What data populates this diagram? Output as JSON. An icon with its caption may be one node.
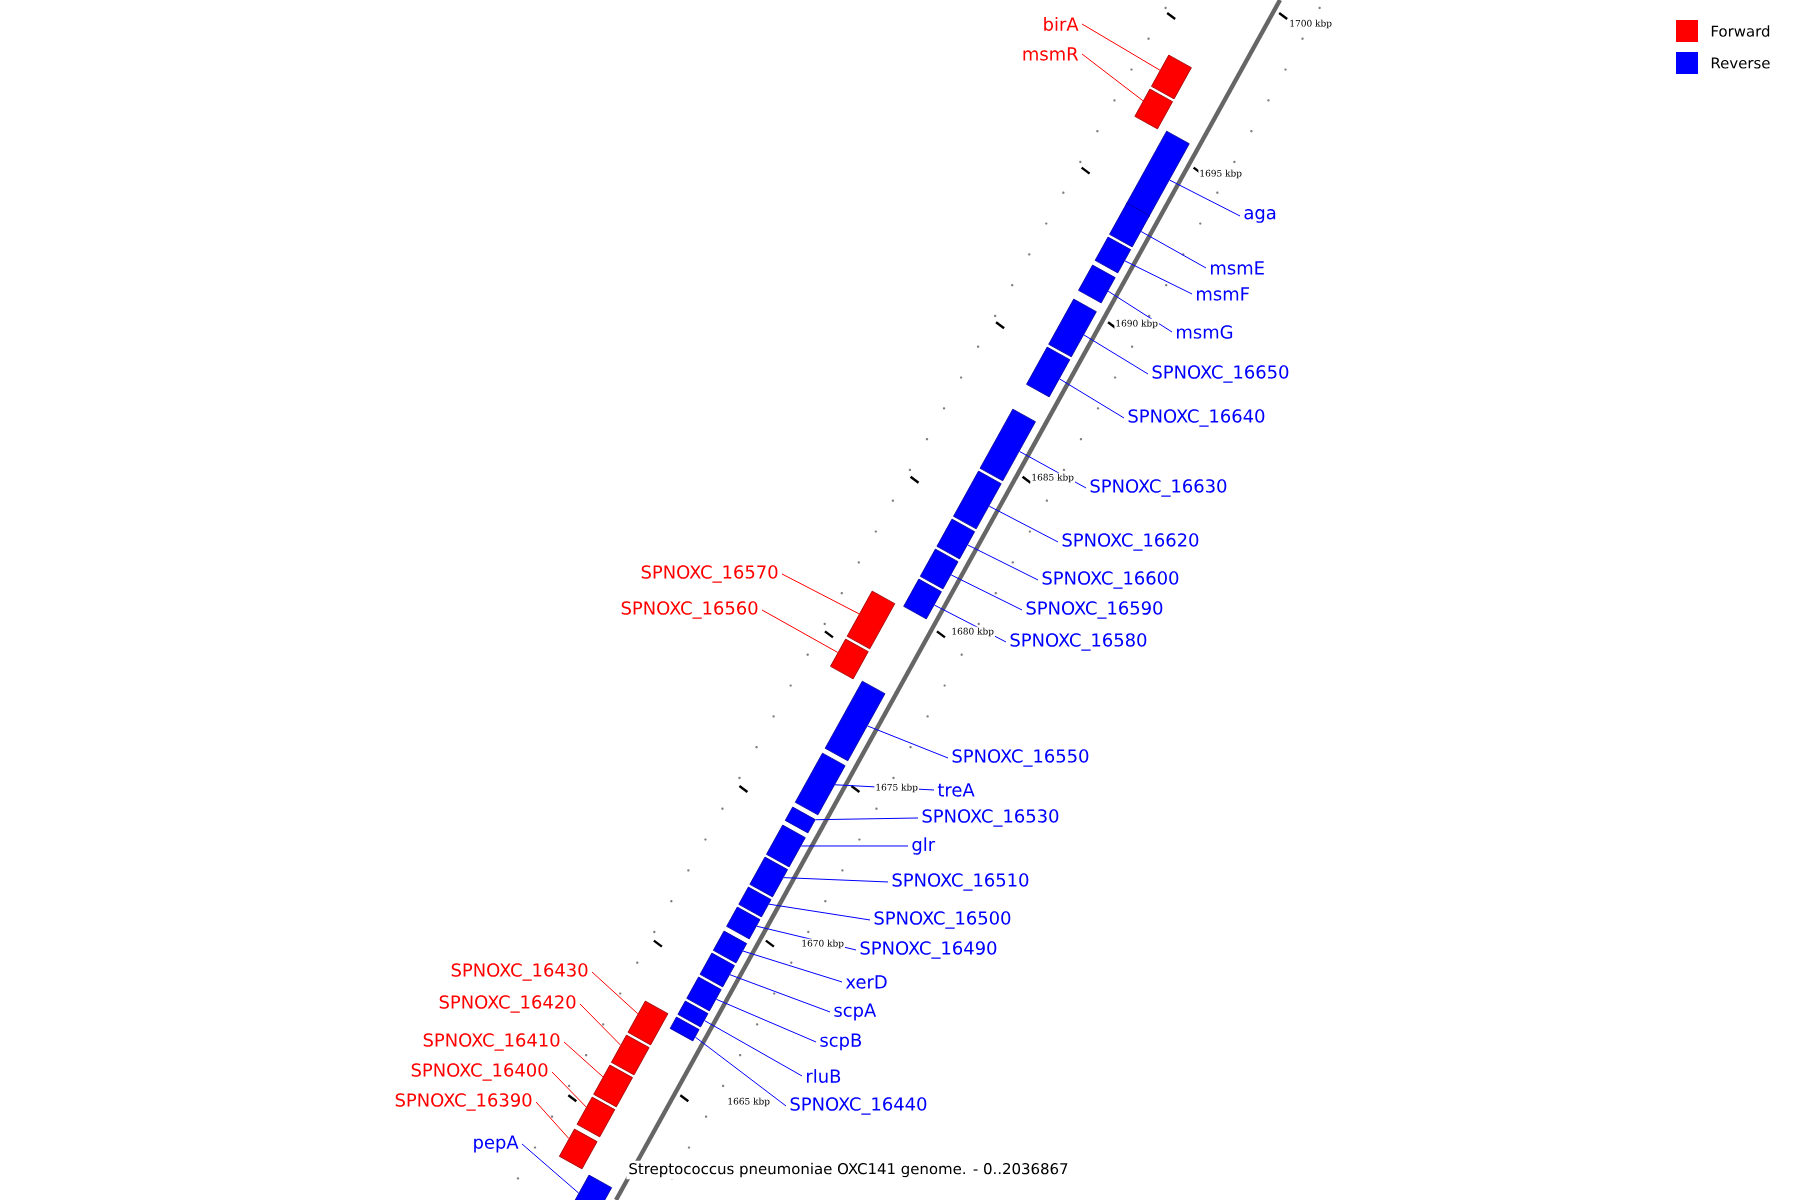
{
  "diagram": {
    "caption": "Streptococcus pneumoniae OXC141 genome. - 0..2036867",
    "nodes": [
      {
        "text": [
          "birA"
        ]
      },
      {
        "text": [],
        "shape": "box"
      },
      {
        "text": [
          "msmR"
        ]
      },
      {
        "text": [],
        "shape": "box"
      },
      {
        "text": [
          "aga"
        ]
      },
      {
        "text": [],
        "shape": "box"
      },
      {
        "text": [
          "msmE"
        ]
      },
      {
        "text": [],
        "shape": "box"
      },
      {
        "text": [
          "msmF"
        ]
      },
      {
        "text": [],
        "shape": "box"
      },
      {
        "text": [
          "msmG"
        ]
      },
      {
        "text": [],
        "shape": "box"
      },
      {
        "text": [
          "SPNOXC_16650"
        ]
      },
      {
        "text": [],
        "shape": "box"
      },
      {
        "text": [
          "SPNOXC_16640"
        ]
      },
      {
        "text": [],
        "shape": "box"
      },
      {
        "text": [
          "SPNOXC_16630"
        ]
      },
      {
        "text": [],
        "shape": "box"
      },
      {
        "text": [
          "SPNOXC_16620"
        ]
      },
      {
        "text": [],
        "shape": "box"
      },
      {
        "text": [
          "SPNOXC_16600"
        ]
      },
      {
        "text": [],
        "shape": "box"
      },
      {
        "text": [
          "SPNOXC_16590"
        ]
      },
      {
        "text": [],
        "shape": "box"
      },
      {
        "text": [
          "SPNOXC_16580"
        ]
      },
      {
        "text": [],
        "shape": "box"
      },
      {
        "text": [
          "SPNOXC_16570"
        ]
      },
      {
        "text": [],
        "shape": "box"
      },
      {
        "text": [
          "SPNOXC_16560"
        ]
      },
      {
        "text": [],
        "shape": "box"
      },
      {
        "text": [
          "SPNOXC_16550"
        ]
      },
      {
        "text": [],
        "shape": "box"
      },
      {
        "text": [
          "treA"
        ]
      },
      {
        "text": [],
        "shape": "box"
      },
      {
        "text": [
          "SPNOXC_16530"
        ]
      },
      {
        "text": [],
        "shape": "box"
      },
      {
        "text": [
          "glr"
        ]
      },
      {
        "text": [],
        "shape": "box"
      },
      {
        "text": [
          "SPNOXC_16510"
        ]
      },
      {
        "text": [],
        "shape": "box"
      },
      {
        "text": [
          "SPNOXC_16500"
        ]
      },
      {
        "text": [],
        "shape": "box"
      },
      {
        "text": [
          "SPNOXC_16490"
        ]
      },
      {
        "text": [],
        "shape": "box"
      },
      {
        "text": [
          "xerD"
        ]
      },
      {
        "text": [],
        "shape": "box"
      },
      {
        "text": [
          "scpA"
        ]
      },
      {
        "text": [],
        "shape": "box"
      },
      {
        "text": [
          "scpB"
        ]
      },
      {
        "text": [],
        "shape": "box"
      },
      {
        "text": [
          "rluB"
        ]
      },
      {
        "text": [],
        "shape": "box"
      },
      {
        "text": [
          "SPNOXC_16440"
        ]
      },
      {
        "text": [],
        "shape": "box"
      },
      {
        "text": [
          "SPNOXC_16430"
        ]
      },
      {
        "text": [],
        "shape": "box"
      },
      {
        "text": [
          "SPNOXC_16420"
        ]
      },
      {
        "text": [],
        "shape": "box"
      },
      {
        "text": [
          "SPNOXC_16410"
        ]
      },
      {
        "text": [],
        "shape": "box"
      },
      {
        "text": [
          "SPNOXC_16400"
        ]
      },
      {
        "text": [],
        "shape": "box"
      },
      {
        "text": [
          "SPNOXC_16390"
        ]
      },
      {
        "text": [],
        "shape": "box"
      },
      {
        "text": [
          "pepA"
        ]
      },
      {
        "text": [],
        "shape": "box"
      }
    ],
    "edges": [
      {
        "from": 0,
        "to": 1,
        "arrow": "none",
        "color": "#ff0000"
      },
      {
        "from": 2,
        "to": 3,
        "arrow": "none",
        "color": "#ff0000"
      },
      {
        "from": 4,
        "to": 5,
        "arrow": "none"
      },
      {
        "from": 6,
        "to": 7,
        "arrow": "none"
      },
      {
        "from": 8,
        "to": 9,
        "arrow": "none"
      },
      {
        "from": 10,
        "to": 11,
        "arrow": "none"
      },
      {
        "from": 12,
        "to": 13,
        "arrow": "none"
      },
      {
        "from": 14,
        "to": 15,
        "arrow": "none"
      },
      {
        "from": 16,
        "to": 17,
        "arrow": "none"
      },
      {
        "from": 18,
        "to": 19,
        "arrow": "none"
      },
      {
        "from": 20,
        "to": 21,
        "arrow": "none"
      },
      {
        "from": 22,
        "to": 23,
        "arrow": "none"
      },
      {
        "from": 24,
        "to": 25,
        "arrow": "none"
      },
      {
        "from": 26,
        "to": 27,
        "arrow": "none",
        "color": "#ff0000"
      },
      {
        "from": 28,
        "to": 29,
        "arrow": "none",
        "color": "#ff0000"
      },
      {
        "from": 30,
        "to": 31,
        "arrow": "none"
      },
      {
        "from": 32,
        "to": 33,
        "arrow": "none"
      },
      {
        "from": 34,
        "to": 35,
        "arrow": "none"
      },
      {
        "from": 36,
        "to": 37,
        "arrow": "none"
      },
      {
        "from": 38,
        "to": 39,
        "arrow": "none"
      },
      {
        "from": 40,
        "to": 41,
        "arrow": "none"
      },
      {
        "from": 42,
        "to": 43,
        "arrow": "none"
      },
      {
        "from": 44,
        "to": 45,
        "arrow": "none"
      },
      {
        "from": 46,
        "to": 47,
        "arrow": "none"
      },
      {
        "from": 48,
        "to": 49,
        "arrow": "none"
      },
      {
        "from": 50,
        "to": 51,
        "arrow": "none"
      },
      {
        "from": 52,
        "to": 53,
        "arrow": "none"
      },
      {
        "from": 54,
        "to": 55,
        "arrow": "none",
        "color": "#ff0000"
      },
      {
        "from": 56,
        "to": 57,
        "arrow": "none",
        "color": "#ff0000"
      },
      {
        "from": 58,
        "to": 59,
        "arrow": "none",
        "color": "#ff0000"
      },
      {
        "from": 60,
        "to": 61,
        "arrow": "none",
        "color": "#ff0000"
      },
      {
        "from": 62,
        "to": 63,
        "arrow": "none",
        "color": "#ff0000"
      },
      {
        "from": 64,
        "to": 65,
        "arrow": "none"
      }
    ],
    "labels": [
      "1700 kbp",
      "1695 kbp",
      "1690 kbp",
      "1685 kbp",
      "1680 kbp",
      "1675 kbp",
      "1670 kbp",
      "1665 kbp"
    ],
    "legend": [
      {
        "text": "Forward",
        "color": "#ff0000"
      },
      {
        "text": "Reverse",
        "color": "#0000ff"
      }
    ]
  }
}
